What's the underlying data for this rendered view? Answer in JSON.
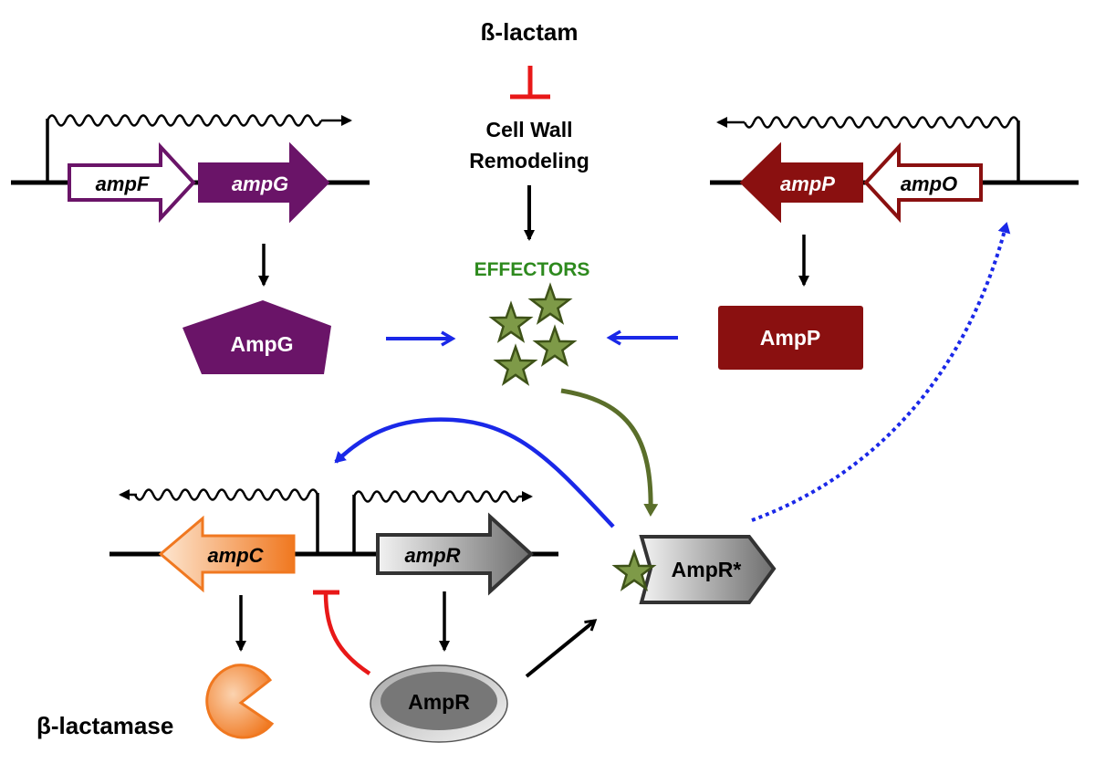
{
  "labels": {
    "beta_lactam": "ß-lactam",
    "cell_wall_line1": "Cell Wall",
    "cell_wall_line2": "Remodeling",
    "effectors": "EFFECTORS",
    "beta_lactamase": "β-lactamase"
  },
  "genes": {
    "ampF": "ampF",
    "ampG": "ampG",
    "ampP": "ampP",
    "ampO": "ampO",
    "ampC": "ampC",
    "ampR": "ampR"
  },
  "proteins": {
    "AmpG": "AmpG",
    "AmpP": "AmpP",
    "AmpR": "AmpR",
    "AmpR_active": "AmpR*"
  },
  "colors": {
    "purple": "#6a1468",
    "dark_red": "#8a1010",
    "orange": "#f07820",
    "gray": "#808080",
    "blue": "#1a28e8",
    "olive": "#5a6e2a",
    "star_fill": "#7e9a48",
    "red": "#e81818",
    "effectors_green": "#2e8a1e",
    "black": "#000000"
  }
}
